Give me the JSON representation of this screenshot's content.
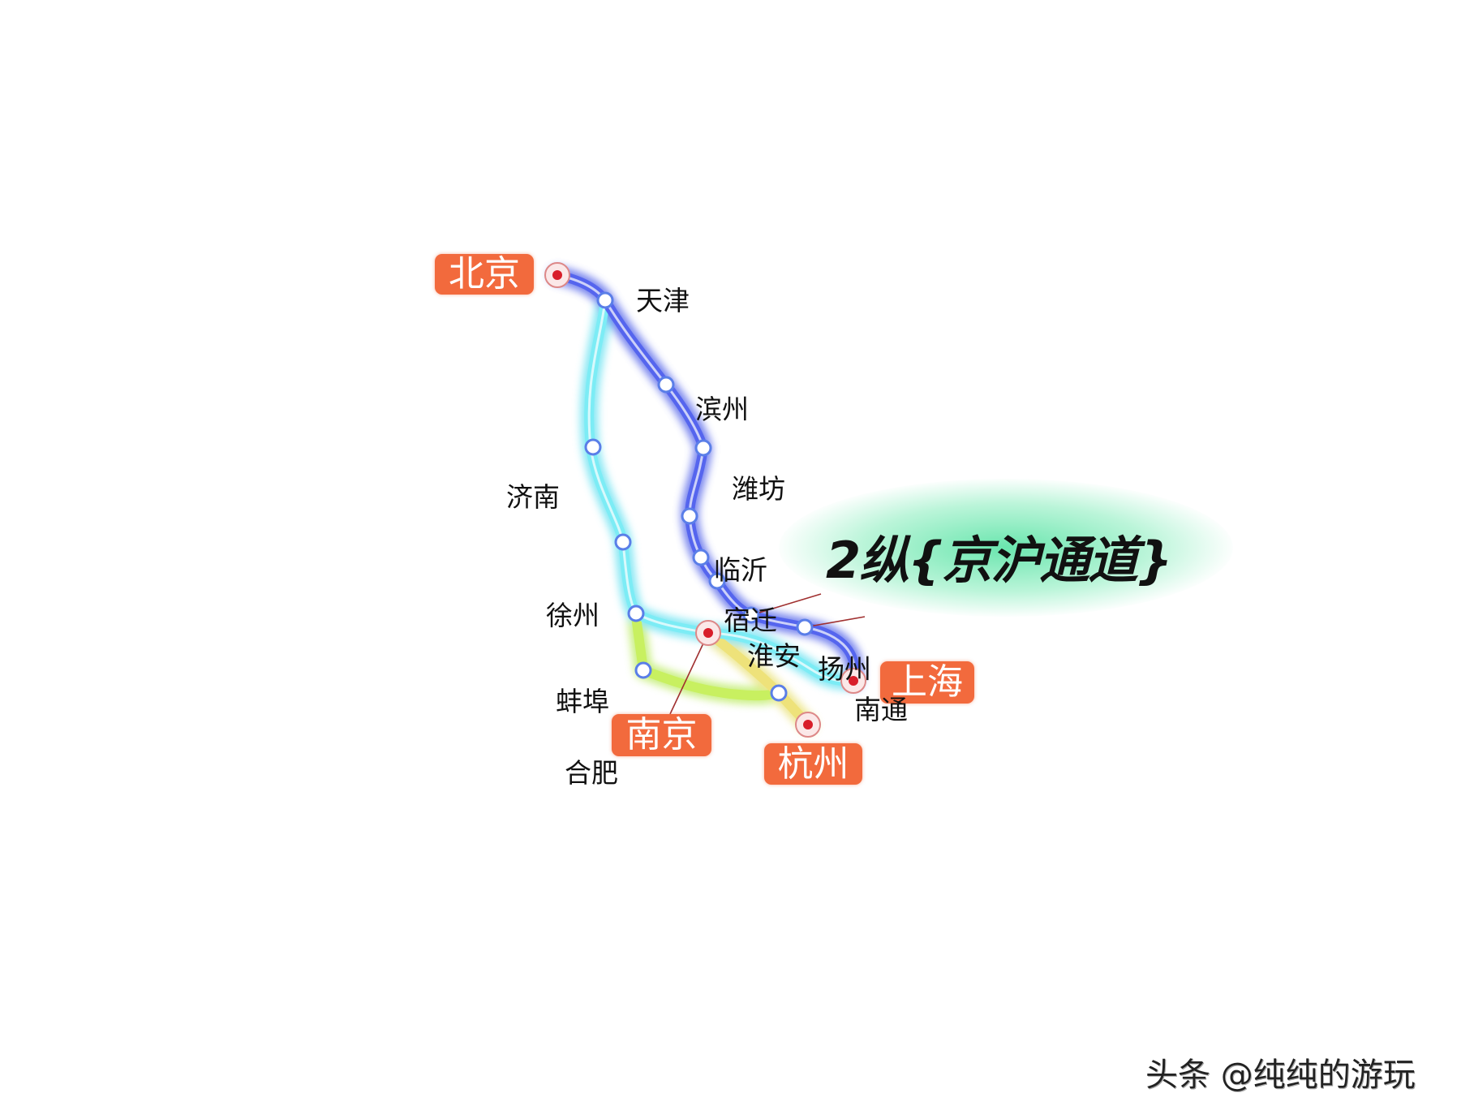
{
  "title": "2纵{京沪通道}",
  "watermark": "头条 @纯纯的游玩",
  "major_cities": {
    "beijing": "北京",
    "shanghai": "上海",
    "nanjing": "南京",
    "hangzhou": "杭州"
  },
  "stations": {
    "tianjin": "天津",
    "binzhou": "滨州",
    "weifang": "潍坊",
    "linyi": "临沂",
    "suqian": "宿迁",
    "huaian": "淮安",
    "yangzhou": "扬州",
    "nantong": "南通",
    "jinan": "济南",
    "xuzhou": "徐州",
    "bengbu": "蚌埠",
    "hefei": "合肥"
  },
  "colors": {
    "badge": "#f26a3d",
    "coastal_line": "#4a5ae8",
    "main_line": "#5ee0f0",
    "hefei_line": "#b8ea5a",
    "hangzhou_line": "#e8e070",
    "major_dot": "#d81e2a"
  }
}
